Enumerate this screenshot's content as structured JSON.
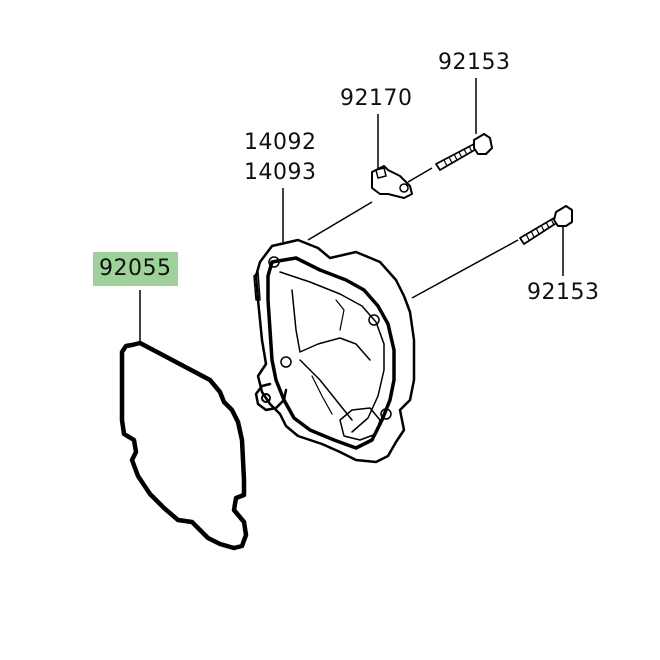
{
  "diagram": {
    "title": "Cylinder Head Cover Parts Diagram",
    "highlight_color": "#9fd29a",
    "parts": [
      {
        "id": "gasket",
        "number": "92055",
        "highlighted": true
      },
      {
        "id": "cover-a",
        "number": "14092",
        "highlighted": false
      },
      {
        "id": "cover-b",
        "number": "14093",
        "highlighted": false
      },
      {
        "id": "clamp",
        "number": "92170",
        "highlighted": false
      },
      {
        "id": "bolt-top",
        "number": "92153",
        "highlighted": false
      },
      {
        "id": "bolt-right",
        "number": "92153",
        "highlighted": false
      }
    ]
  }
}
